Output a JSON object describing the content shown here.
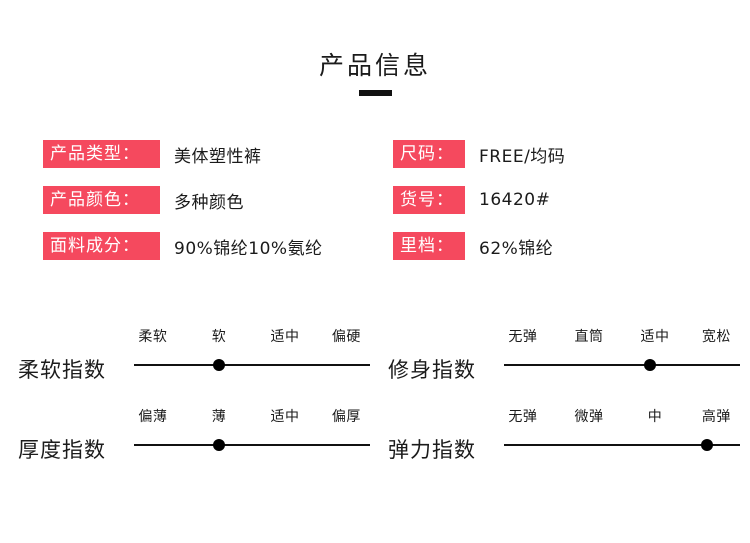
{
  "page": {
    "title": "产品信息",
    "accent_color": "#f5495e",
    "text_color": "#1b1b1b",
    "background_color": "#ffffff"
  },
  "info": {
    "left": [
      {
        "label": "产品类型：",
        "value": "美体塑性裤"
      },
      {
        "label": "产品颜色：",
        "value": "多种颜色"
      },
      {
        "label": "面料成分：",
        "value": "90%锦纶10%氨纶"
      }
    ],
    "right": [
      {
        "label": "尺码：",
        "value": "FREE/均码"
      },
      {
        "label": "货号：",
        "value": "16420#"
      },
      {
        "label": "里档：",
        "value": "62%锦纶"
      }
    ]
  },
  "scales": [
    {
      "name": "柔软指数",
      "ticks": [
        "柔软",
        "软",
        "适中",
        "偏硬"
      ],
      "selected_index": 1,
      "selected_label": "软"
    },
    {
      "name": "修身指数",
      "ticks": [
        "无弹",
        "直筒",
        "适中",
        "宽松"
      ],
      "selected_index": 2,
      "selected_label": "适中"
    },
    {
      "name": "厚度指数",
      "ticks": [
        "偏薄",
        "薄",
        "适中",
        "偏厚"
      ],
      "selected_index": 1,
      "selected_label": "薄"
    },
    {
      "name": "弹力指数",
      "ticks": [
        "无弹",
        "微弹",
        "中",
        "高弹"
      ],
      "selected_index": 3,
      "selected_label": "高弹"
    }
  ]
}
